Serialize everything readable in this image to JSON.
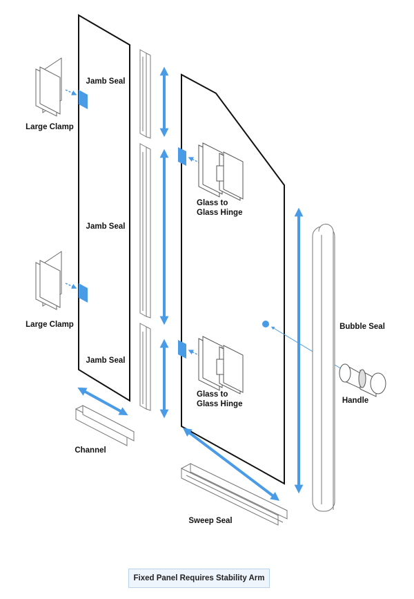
{
  "labels": {
    "jamb_seal_top": "Jamb Seal",
    "jamb_seal_middle": "Jamb Seal",
    "jamb_seal_bottom": "Jamb Seal",
    "large_clamp_top": "Large Clamp",
    "large_clamp_bottom": "Large Clamp",
    "hinge_top_line1": "Glass to",
    "hinge_top_line2": "Glass Hinge",
    "hinge_bottom_line1": "Glass to",
    "hinge_bottom_line2": "Glass Hinge",
    "bubble_seal": "Bubble Seal",
    "handle": "Handle",
    "channel": "Channel",
    "sweep_seal": "Sweep Seal"
  },
  "note": "Fixed Panel Requires Stability Arm",
  "colors": {
    "accent": "#4a9be6",
    "outline": "#111111",
    "part": "#888888"
  }
}
